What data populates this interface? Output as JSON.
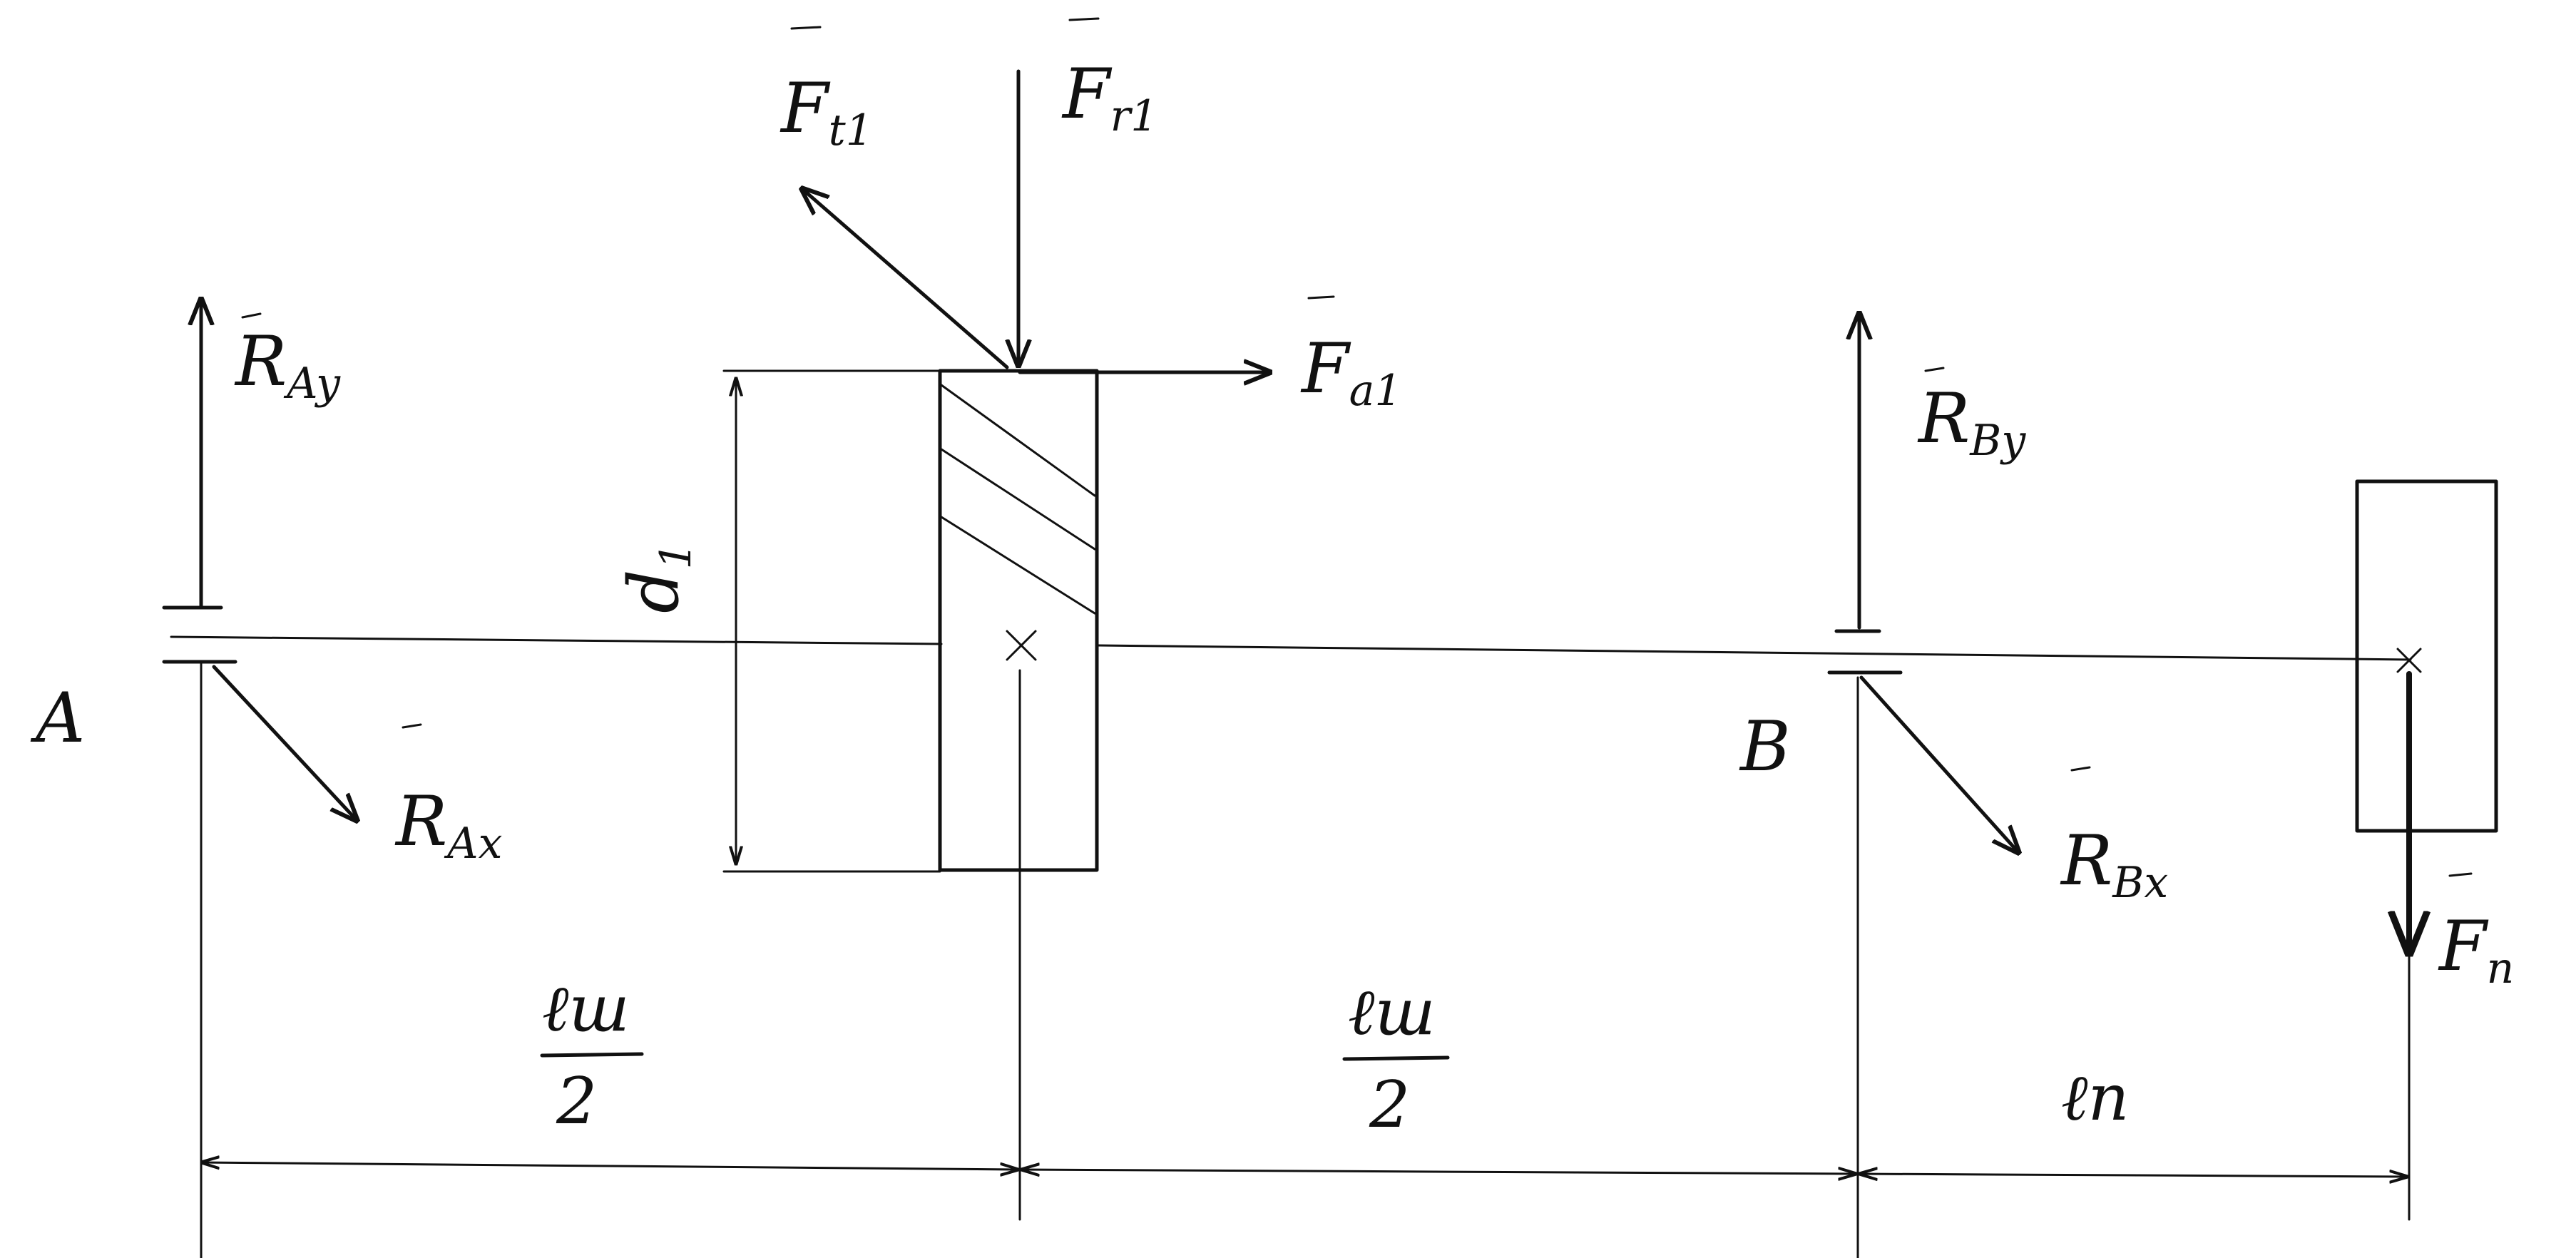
{
  "support_a": {
    "name": "A",
    "reaction_y": {
      "base": "R",
      "sub": "Ay"
    },
    "reaction_x": {
      "base": "R",
      "sub": "Ax"
    }
  },
  "support_b": {
    "name": "B",
    "reaction_y": {
      "base": "R",
      "sub": "By"
    },
    "reaction_x": {
      "base": "R",
      "sub": "Bx"
    }
  },
  "gear": {
    "diameter_label": {
      "base": "d",
      "sub": "1"
    },
    "force_t": {
      "base": "F",
      "sub": "t1"
    },
    "force_r": {
      "base": "F",
      "sub": "r1"
    },
    "force_a": {
      "base": "F",
      "sub": "a1"
    }
  },
  "pulley": {
    "force": {
      "base": "F",
      "sub": "п"
    }
  },
  "dimensions": {
    "span_1": {
      "numerator": "ℓш",
      "denominator": "2"
    },
    "span_2": {
      "numerator": "ℓш",
      "denominator": "2"
    },
    "overhang": {
      "label": "ℓп"
    }
  },
  "colors": {
    "ink": "#111111",
    "paper": "#ffffff"
  }
}
